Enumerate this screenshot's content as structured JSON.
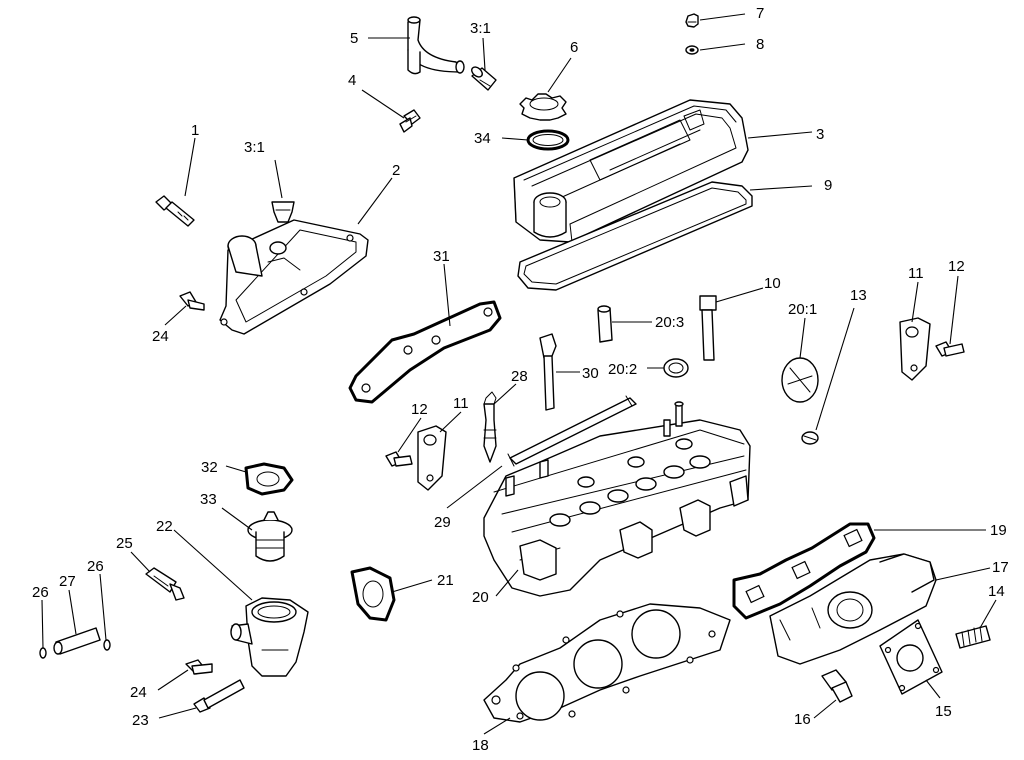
{
  "callouts": {
    "c1": "1",
    "c2": "2",
    "c3": "3",
    "c3_1a": "3:1",
    "c3_1b": "3:1",
    "c4": "4",
    "c5": "5",
    "c6": "6",
    "c7": "7",
    "c8": "8",
    "c9": "9",
    "c10": "10",
    "c11a": "11",
    "c11b": "11",
    "c12a": "12",
    "c12b": "12",
    "c13": "13",
    "c14": "14",
    "c15": "15",
    "c16": "16",
    "c17": "17",
    "c18": "18",
    "c19": "19",
    "c20": "20",
    "c20_1": "20:1",
    "c20_2": "20:2",
    "c20_3": "20:3",
    "c21": "21",
    "c22": "22",
    "c23": "23",
    "c24a": "24",
    "c24b": "24",
    "c25": "25",
    "c26a": "26",
    "c26b": "26",
    "c27": "27",
    "c28": "28",
    "c29": "29",
    "c30": "30",
    "c31": "31",
    "c32": "32",
    "c33": "33",
    "c34": "34"
  }
}
